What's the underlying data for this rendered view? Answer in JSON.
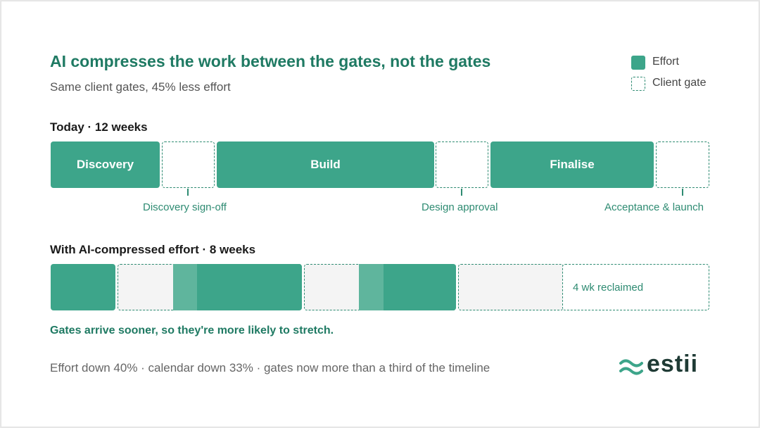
{
  "header": {
    "title": "AI compresses the work between the gates, not the gates",
    "subtitle": "Same client gates, 45% less effort"
  },
  "legend": {
    "effort_label": "Effort",
    "gate_label": "Client gate"
  },
  "today": {
    "label": "Today · 12 weeks",
    "segments": [
      {
        "type": "effort",
        "label": "Discovery"
      },
      {
        "type": "gate",
        "label": ""
      },
      {
        "type": "effort",
        "label": "Build"
      },
      {
        "type": "gate",
        "label": ""
      },
      {
        "type": "effort",
        "label": "Finalise"
      },
      {
        "type": "gate",
        "label": ""
      }
    ],
    "gates": [
      "Discovery sign-off",
      "Design approval",
      "Acceptance & launch"
    ]
  },
  "compressed": {
    "label": "With AI-compressed effort · 8 weeks",
    "reclaimed_label": "4 wk reclaimed"
  },
  "insight": "Gates arrive sooner, so they're more likely to stretch.",
  "footer": "Effort down 40% · calendar down 33% · gates now more than a third of the timeline",
  "brand": {
    "name": "estii"
  },
  "colors": {
    "effort": "#3da58a",
    "gate_border": "#2e8b72",
    "title": "#1f7a63"
  }
}
